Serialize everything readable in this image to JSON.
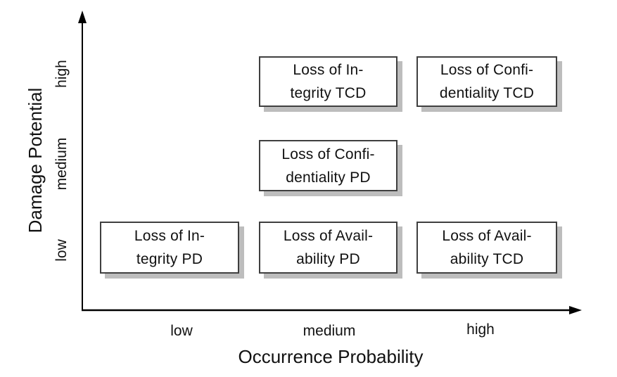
{
  "diagram": {
    "type": "risk-matrix",
    "x_axis": {
      "label": "Occurrence Probability",
      "ticks": [
        "low",
        "medium",
        "high"
      ]
    },
    "y_axis": {
      "label": "Damage Potential",
      "ticks": [
        "low",
        "medium",
        "high"
      ]
    },
    "cells": [
      {
        "x": "medium",
        "y": "high",
        "line1": "Loss of In-",
        "line2": "tegrity TCD"
      },
      {
        "x": "high",
        "y": "high",
        "line1": "Loss of Confi-",
        "line2": "dentiality TCD"
      },
      {
        "x": "medium",
        "y": "medium",
        "line1": "Loss of Confi-",
        "line2": "dentiality PD"
      },
      {
        "x": "low",
        "y": "low",
        "line1": "Loss of In-",
        "line2": "tegrity PD"
      },
      {
        "x": "medium",
        "y": "low",
        "line1": "Loss of Avail-",
        "line2": "ability PD"
      },
      {
        "x": "high",
        "y": "low",
        "line1": "Loss of Avail-",
        "line2": "ability TCD"
      }
    ],
    "colors": {
      "background": "#ffffff",
      "axis": "#000000",
      "box_border": "#3f3f3f",
      "box_fill": "#ffffff",
      "box_shadow": "#bdbdbd",
      "text": "#111111"
    }
  }
}
